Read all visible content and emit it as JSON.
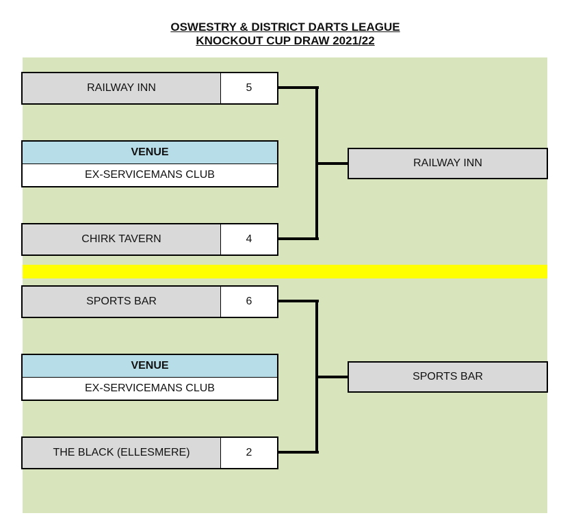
{
  "header": {
    "title_line1": "OSWESTRY & DISTRICT DARTS LEAGUE",
    "title_line2": "KNOCKOUT CUP DRAW 2021/22"
  },
  "colors": {
    "panel_bg": "#d8e4bc",
    "team_bg": "#d9d9d9",
    "venue_header_bg": "#b7dde8",
    "divider": "#ffff00"
  },
  "matches": [
    {
      "home": {
        "team": "RAILWAY INN",
        "score": "5"
      },
      "venue_label": "VENUE",
      "venue": "EX-SERVICEMANS CLUB",
      "away": {
        "team": "CHIRK TAVERN",
        "score": "4"
      },
      "winner": "RAILWAY INN"
    },
    {
      "home": {
        "team": "SPORTS BAR",
        "score": "6"
      },
      "venue_label": "VENUE",
      "venue": "EX-SERVICEMANS CLUB",
      "away": {
        "team": "THE BLACK (ELLESMERE)",
        "score": "2"
      },
      "winner": "SPORTS BAR"
    }
  ]
}
